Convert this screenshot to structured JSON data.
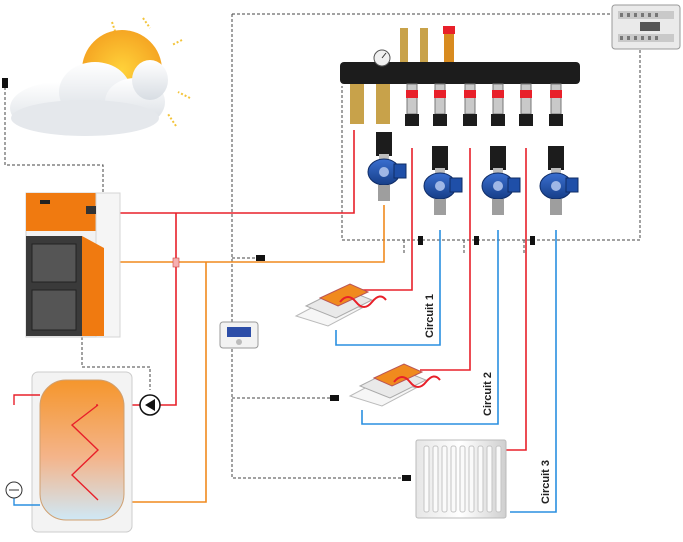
{
  "circuits": [
    {
      "label": "Circuit 1"
    },
    {
      "label": "Circuit 2"
    },
    {
      "label": "Circuit 3"
    }
  ],
  "manifold": {
    "pump_count": 4,
    "valve_count": 6
  },
  "colors": {
    "supply_line": "#e8202a",
    "return_line": "#2a8fe0",
    "boiler_line": "#f08a1e",
    "signal_line": "#444444",
    "manifold_body": "#1c1c1c",
    "pump_body": "#1f4fa8",
    "boiler_accent": "#f07a10",
    "tank_fill": "#f5a050"
  },
  "icons": {
    "weather": "sun-cloud-icon",
    "controller": "controller-icon",
    "thermostat": "room-thermostat-icon",
    "thermometer": "thermometer-icon"
  }
}
